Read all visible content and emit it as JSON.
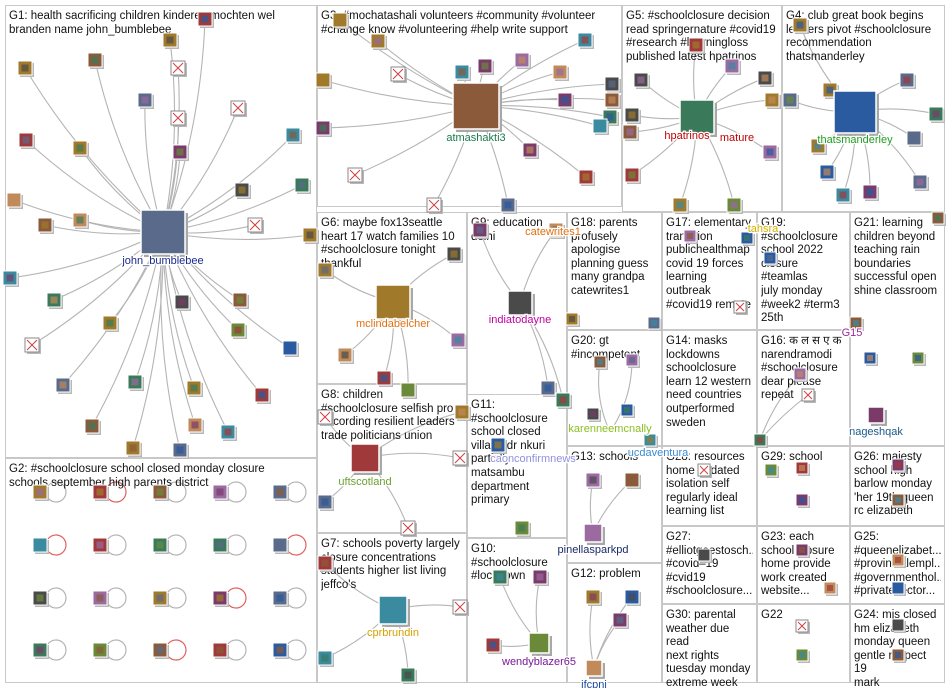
{
  "groups": [
    {
      "id": "G1",
      "text": "G1: health sacrificing children kinderen mochten wel\nbranden name john_bumblebee"
    },
    {
      "id": "G2",
      "text": "G2: #schoolclosure school closed monday closure\nschools september high parents district"
    },
    {
      "id": "G3",
      "text": "G3: #mochatashali volunteers #community #volunteer\n#change know #volunteering #help write support"
    },
    {
      "id": "G4",
      "text": "G4: club great book begins\nleaders pivot #schoolclosure\nrecommendation\nthatsmanderley"
    },
    {
      "id": "G5",
      "text": "G5: #schoolclosure decision\nread springernature #covid19\n#research #learningloss\npublished latest hpatrinos"
    },
    {
      "id": "G6",
      "text": "G6: maybe fox13seattle\nheart 17 watch families 10\n#schoolclosure tonight\nthankful"
    },
    {
      "id": "G7",
      "text": "G7: schools poverty largely\nclosure concentrations\nstudents higher list living\njeffco's"
    },
    {
      "id": "G8",
      "text": "G8: children\n#schoolclosure selfish pro\naccording resilient leaders\ntrade politicians union"
    },
    {
      "id": "G9",
      "text": "G9: education\ndelhi"
    },
    {
      "id": "G10",
      "text": "G10:\n#schoolclosure\n#lockdown"
    },
    {
      "id": "G11",
      "text": "G11:\n#schoolclosure\nschool closed\nvillage dr nkuri\npartially matsambu\ndepartment\nprimary"
    },
    {
      "id": "G12",
      "text": "G12: problem"
    },
    {
      "id": "G13",
      "text": "G13: schools"
    },
    {
      "id": "G14",
      "text": "G14: masks\nlockdowns\nschoolclosure\nlearn 12 western\nneed countries\noutperformed\nsweden"
    },
    {
      "id": "G15",
      "text": ""
    },
    {
      "id": "G16",
      "text": "G16: क ल स ए क\nnarendramodi\n#schoolclosure\ndear please\nrepeat"
    },
    {
      "id": "G17",
      "text": "G17: elementary\ntransition\npublichealthmap\ncovid 19 forces\nlearning outbreak\n#covid19 remote"
    },
    {
      "id": "G18",
      "text": "G18: parents\nprofusely\napologise\nplanning guess\nmany grandpa\ncatewrites1"
    },
    {
      "id": "G19",
      "text": "G19:\n#schoolclosure\nschool 2022\nclosure #teamlas\njuly monday\n#week2 #term3\n25th"
    },
    {
      "id": "G20",
      "text": "G20: gt\n#incompetent"
    },
    {
      "id": "G21",
      "text": "G21: learning\nchildren beyond\nteaching rain\nboundaries\nsuccessful open\nshine classroom"
    },
    {
      "id": "G22",
      "text": "G22"
    },
    {
      "id": "G23",
      "text": "G23: each\nschool closure\nhome provide\nwork created\nwebsite..."
    },
    {
      "id": "G24",
      "text": "G24: mjs closed\nhm elizabeth\nmonday queen\ngentle respect 19\nmark"
    },
    {
      "id": "G25",
      "text": "G25:\n#queenelizabet...\n#provincialempl...\n#governmenthol...\n#privatesector..."
    },
    {
      "id": "G26",
      "text": "G26: majesty\nschool high\nbarlow monday\n'her 19th queen\nrc elizabeth"
    },
    {
      "id": "G27",
      "text": "G27:\n#elliotgoestosch...\n#covid–19\n#cvid19\n#schoolclosure..."
    },
    {
      "id": "G28",
      "text": "G28: resources\nhome updated\nisolation self\nregularly ideal\nlearning list"
    },
    {
      "id": "G29",
      "text": "G29: school"
    },
    {
      "id": "G30",
      "text": "G30: parental\nweather due read\nnext rights\ntuesday monday\nextreme week"
    }
  ],
  "hubs": [
    {
      "label": "john_bumblebee",
      "color": "#1a2a8a"
    },
    {
      "label": "atmashakti3",
      "color": "#1a7a4a"
    },
    {
      "label": "hpatrinos",
      "color": "#c00000"
    },
    {
      "label": "mature",
      "color": "#c00000"
    },
    {
      "label": "thatsmanderley",
      "color": "#1f9e1f"
    },
    {
      "label": "mclindabelcher",
      "color": "#e07010"
    },
    {
      "label": "indiatodayne",
      "color": "#c000a0"
    },
    {
      "label": "uftscotland",
      "color": "#6aa030"
    },
    {
      "label": "cprbrundin",
      "color": "#d4a000"
    },
    {
      "label": "wendyblazer65",
      "color": "#7a1a9a"
    },
    {
      "label": "pinellasparkpd",
      "color": "#1a2a6a"
    },
    {
      "label": "jfcpni",
      "color": "#1a4aa0"
    },
    {
      "label": "karenneemcnally",
      "color": "#8ac020"
    },
    {
      "label": "caonconfirmnews",
      "color": "#9090e0"
    },
    {
      "label": "catewrites1",
      "color": "#e07010"
    },
    {
      "label": "nageshqak",
      "color": "#1a5a8a"
    },
    {
      "label": "G15",
      "color": "#9a2a9a"
    },
    {
      "label": "tahsra",
      "color": "#d4b000"
    },
    {
      "label": "ucdaventura",
      "color": "#3a8ad0"
    }
  ],
  "colors": {
    "edge": "#b4b4b4",
    "arrow": "#a8a8a8",
    "panel_border": "#c8c8c8",
    "text": "#111111"
  }
}
